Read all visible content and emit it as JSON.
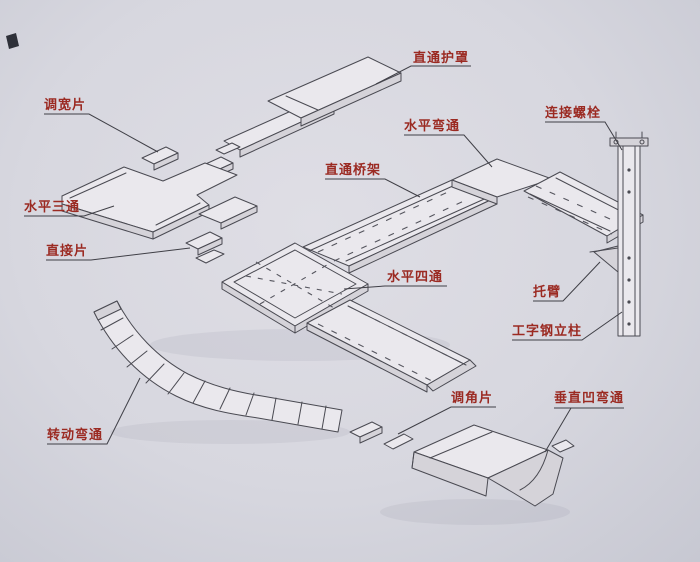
{
  "diagram": {
    "labels": {
      "cover": "直通护罩",
      "width_adjust": "调宽片",
      "horizontal_bend": "水平弯通",
      "connecting_bolt": "连接螺栓",
      "straight_tray": "直通桥架",
      "horizontal_tee": "水平三通",
      "connector_plate": "直接片",
      "horizontal_cross": "水平四通",
      "bracket_arm": "托臂",
      "i_beam_column": "工字钢立柱",
      "angle_piece": "调角片",
      "vertical_concave_bend": "垂直凹弯通",
      "rotating_bend": "转动弯通"
    },
    "colors": {
      "label_text": "#9b2a22",
      "line": "#4a4a52",
      "paper": "#d7d7df"
    }
  }
}
